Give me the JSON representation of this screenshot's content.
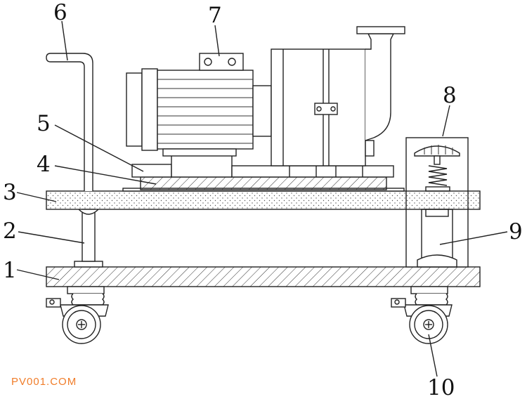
{
  "parts": [
    {
      "id": "1",
      "text": "1"
    },
    {
      "id": "2",
      "text": "2"
    },
    {
      "id": "3",
      "text": "3"
    },
    {
      "id": "4",
      "text": "4"
    },
    {
      "id": "5",
      "text": "5"
    },
    {
      "id": "6",
      "text": "6"
    },
    {
      "id": "7",
      "text": "7"
    },
    {
      "id": "8",
      "text": "8"
    },
    {
      "id": "9",
      "text": "9"
    },
    {
      "id": "10",
      "text": "10"
    }
  ],
  "watermark": "PV001.COM",
  "colors": {
    "line": "#222222",
    "watermark": "#f07d2a",
    "background": "#ffffff"
  }
}
